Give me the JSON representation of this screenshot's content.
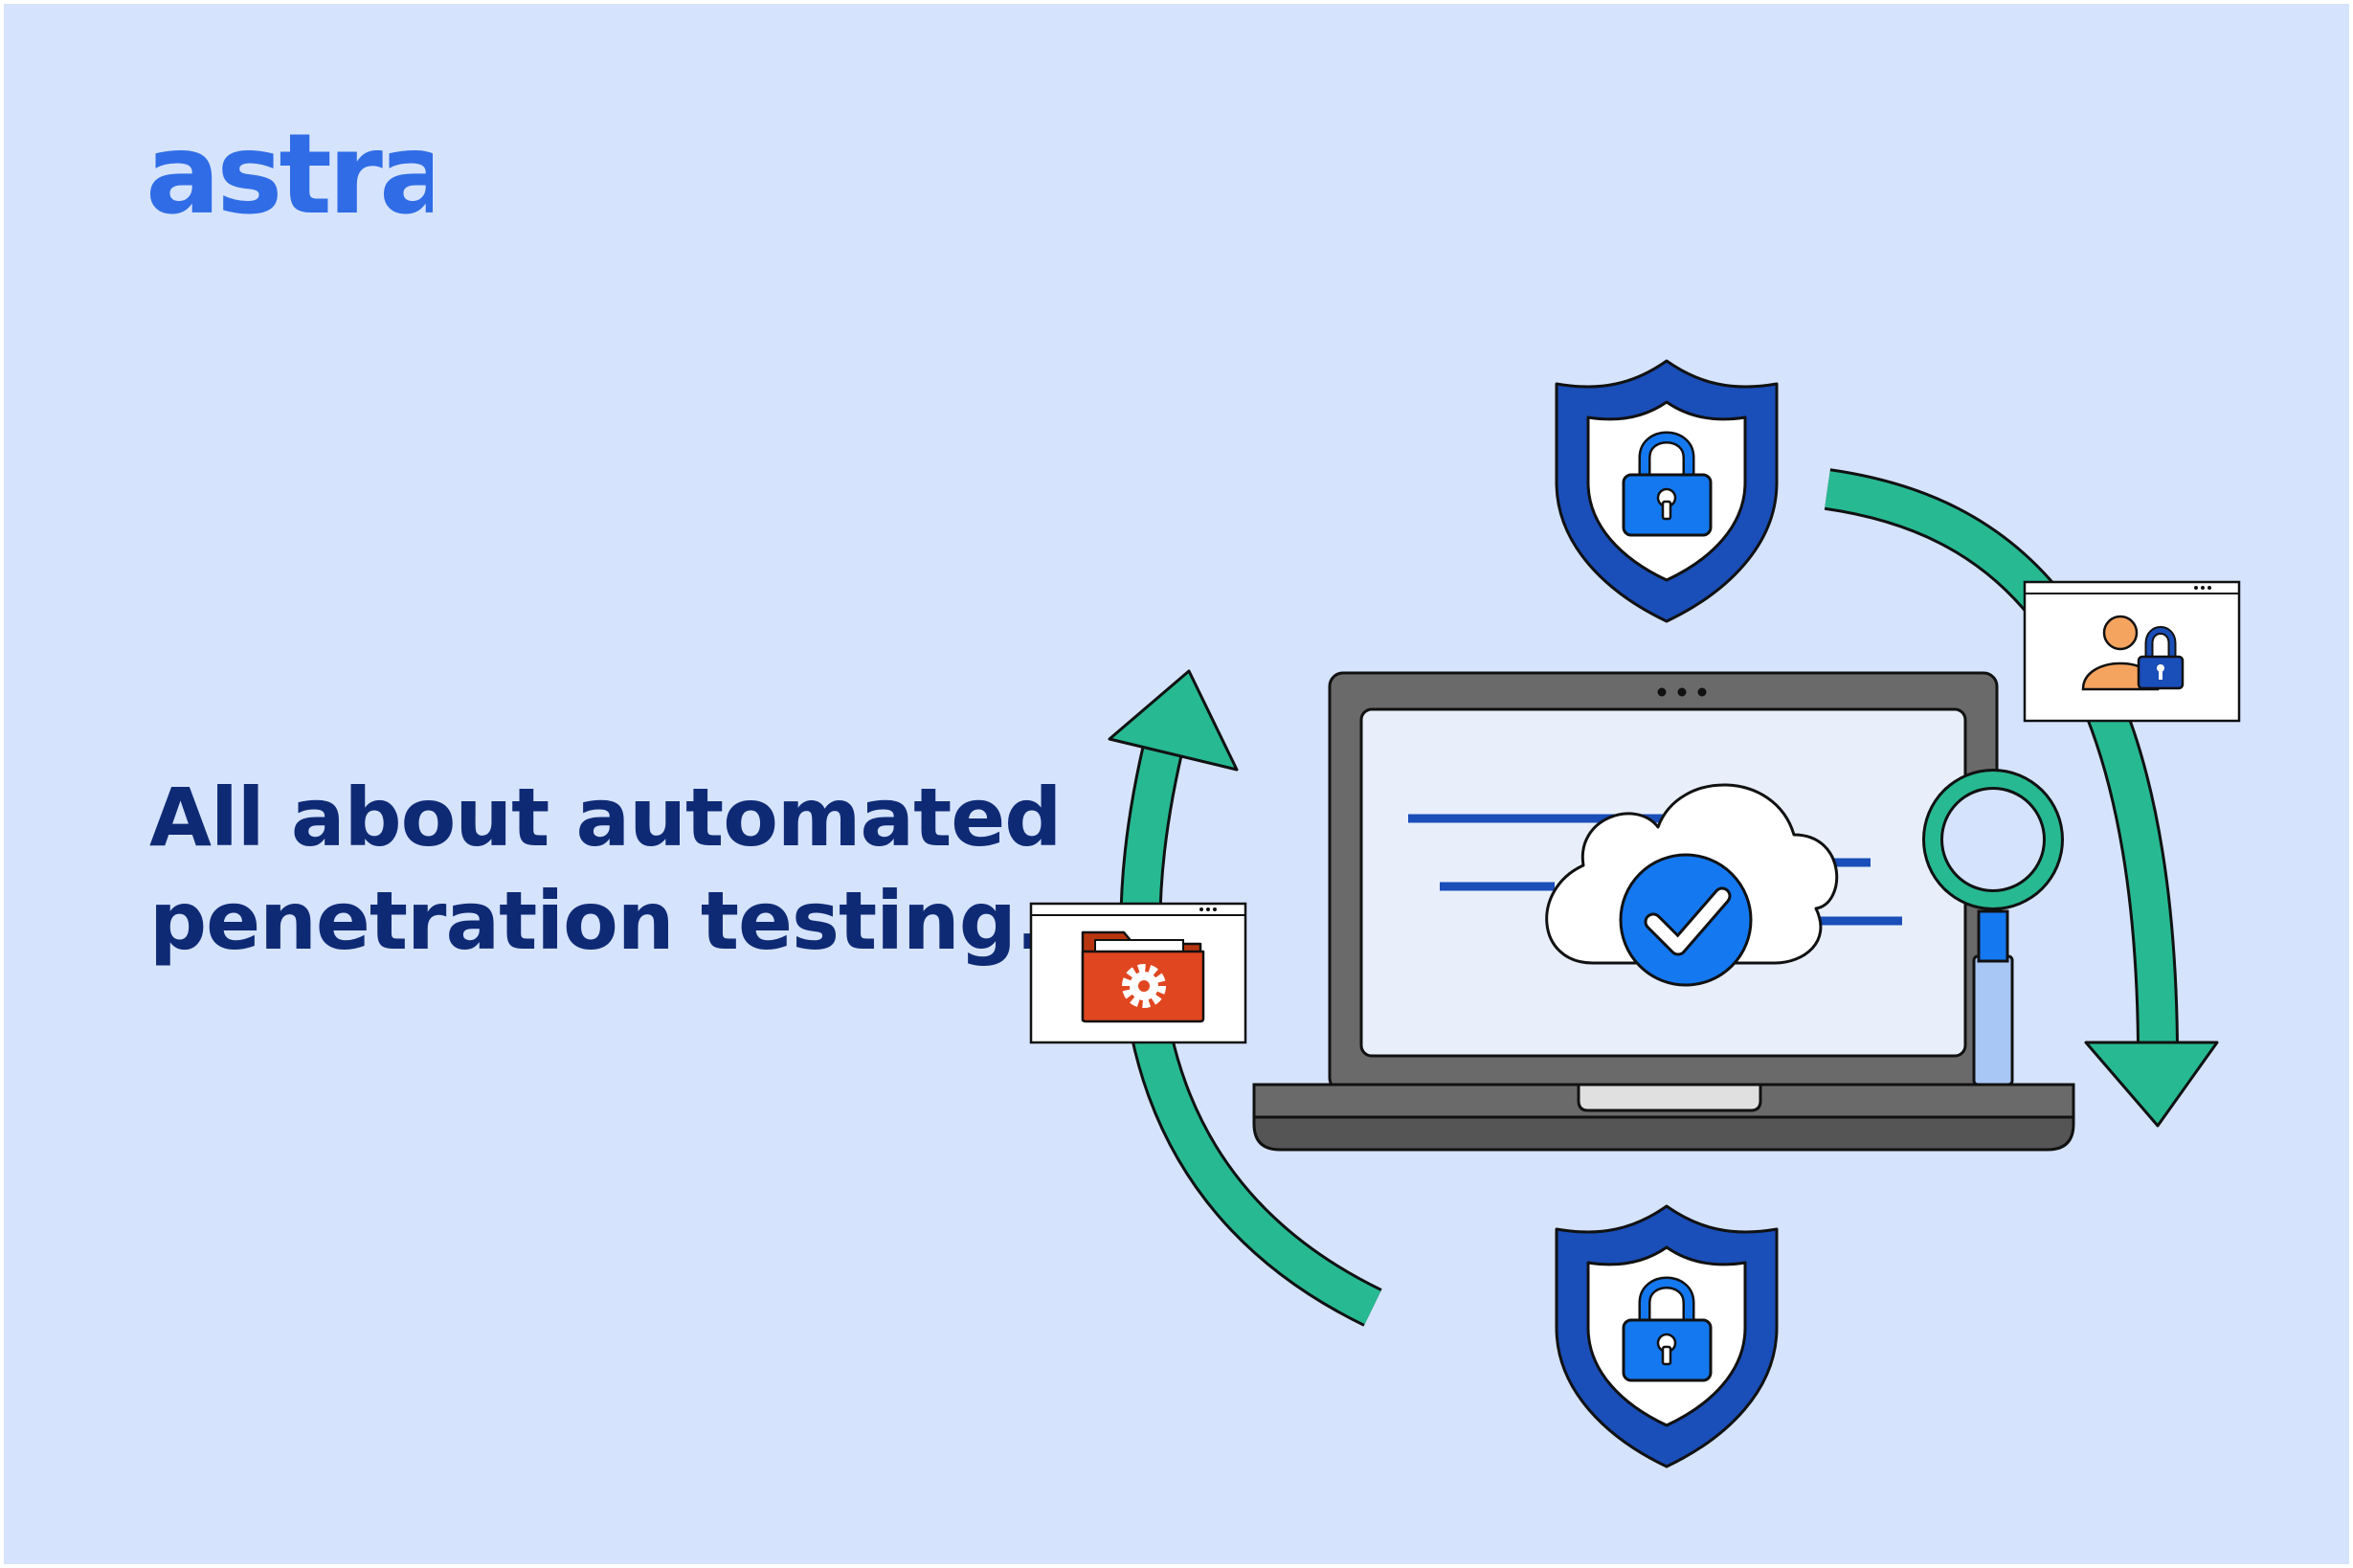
{
  "brand": {
    "name": "astra"
  },
  "headline": {
    "line1": "All about automated",
    "line2": "penetration testing."
  },
  "colors": {
    "background": "#d5e3fc",
    "brand": "#2f6ce6",
    "headline": "#0f2a75",
    "arrow": "#27b992",
    "shield_outer": "#1a4eb8",
    "lock": "#1478f0",
    "folder": "#e0461f",
    "user": "#f5a460",
    "laptop": "#6a6a6a"
  },
  "icons": [
    "shield-lock-icon",
    "laptop-icon",
    "cloud-check-icon",
    "magnifier-icon",
    "folder-gear-icon",
    "user-lock-icon",
    "cycle-arrow-icon"
  ]
}
